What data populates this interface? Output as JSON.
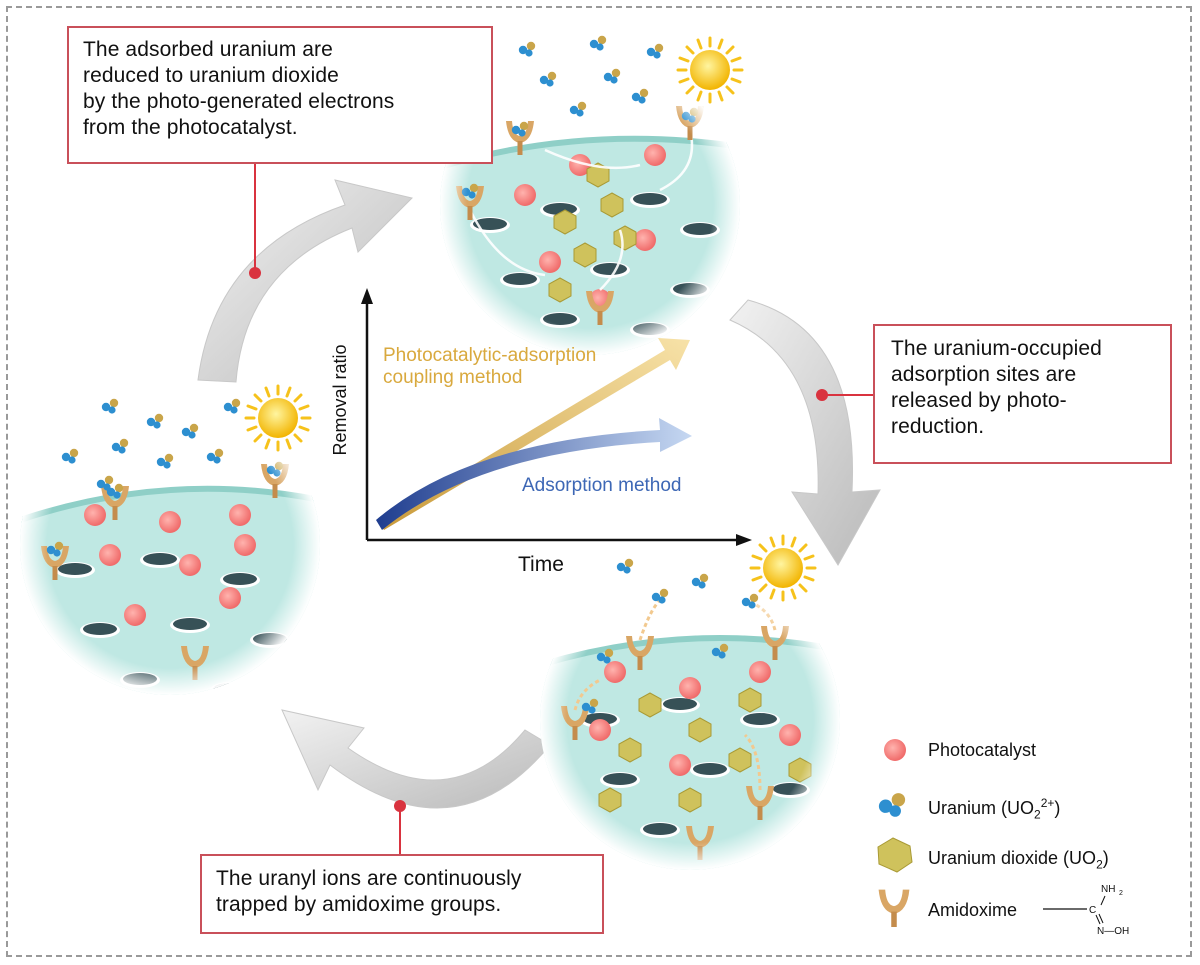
{
  "callouts": {
    "top": [
      "The adsorbed uranium are",
      "reduced to uranium dioxide",
      "by the photo-generated electrons",
      "from the photocatalyst."
    ],
    "right": [
      "The uranium-occupied",
      "adsorption sites are",
      "released by photo-",
      "reduction."
    ],
    "bottom": [
      "The uranyl ions are continuously",
      "trapped by amidoxime groups."
    ]
  },
  "graph": {
    "x_label": "Time",
    "y_label": "Removal ratio",
    "series": [
      {
        "name_lines": [
          "Photocatalytic-adsorption",
          "coupling method"
        ],
        "color": "#e3b75a"
      },
      {
        "name": "Adsorption method",
        "color": "#3f65b8"
      }
    ]
  },
  "legend": {
    "photocatalyst": "Photocatalyst",
    "uranium_main": "Uranium (UO",
    "uranium_sub": "2",
    "uranium_sup": "2+",
    "uranium_close": ")",
    "uo2_main": "Uranium dioxide (UO",
    "uo2_sub": "2",
    "uo2_close": ")",
    "amidoxime": "Amidoxime",
    "formula_nh2": "NH",
    "formula_nh2_sub": "2",
    "formula_c": "C",
    "formula_noh": "N—OH"
  },
  "colors": {
    "callout_border": "#c9505a",
    "connector_dot": "#d9333f",
    "membrane": "#bfe8e3",
    "photocatalyst": "#f4807e",
    "uranium_blue": "#2d8fd0",
    "uranium_gold": "#c9a54a",
    "uo2_hex": "#cfc25c",
    "amidoxime": "#d9a665",
    "sun": "#f6c21b"
  }
}
